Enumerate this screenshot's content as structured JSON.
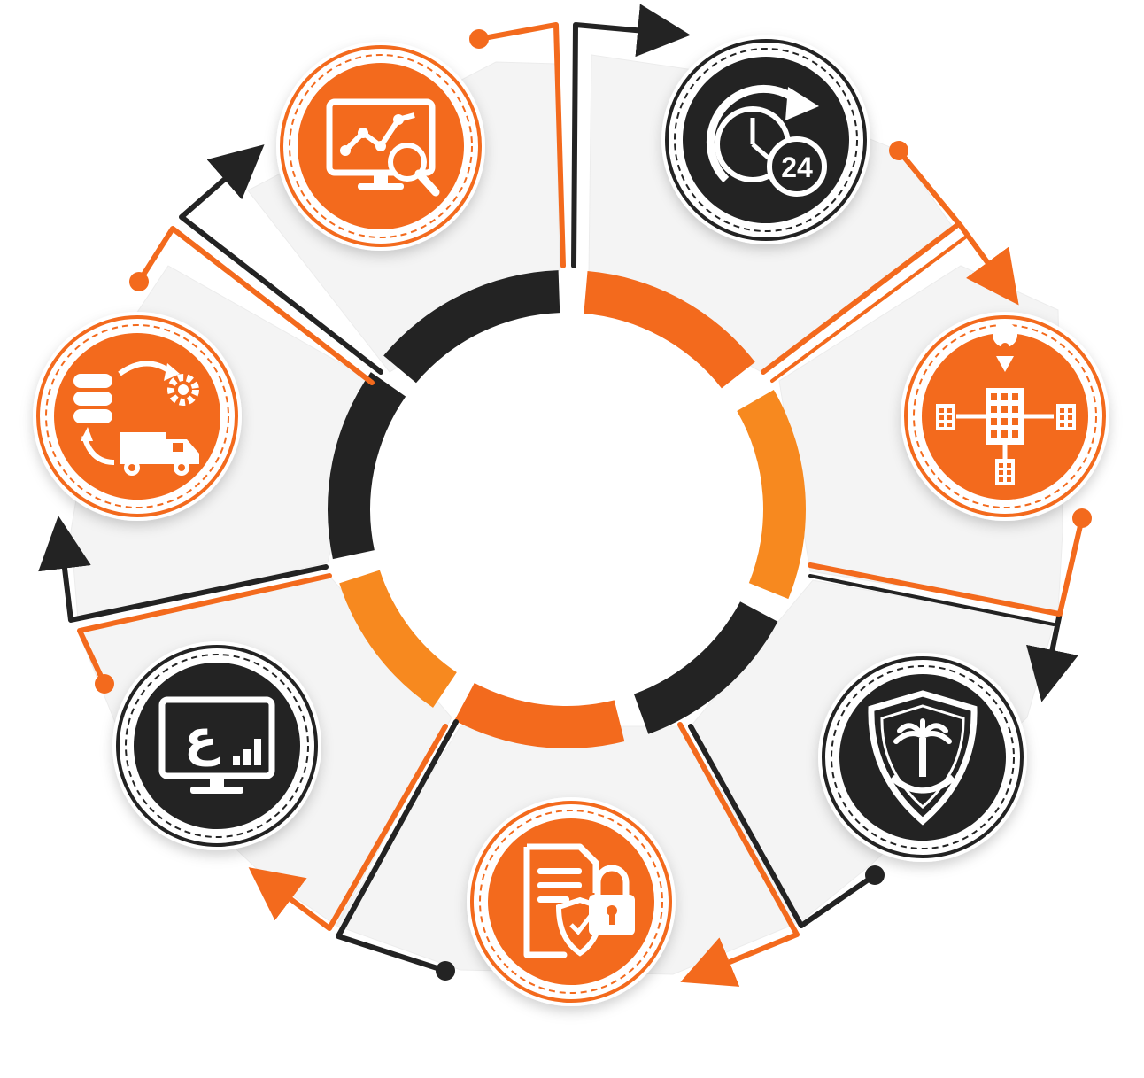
{
  "colors": {
    "orange": "#f36a1d",
    "orange_light": "#f7891f",
    "dark": "#232323",
    "panel": "#f4f4f4",
    "white": "#ffffff"
  },
  "ring_segments": [
    {
      "name": "ring-segment-top-left",
      "color": "dark"
    },
    {
      "name": "ring-segment-top-right",
      "color": "orange"
    },
    {
      "name": "ring-segment-right",
      "color": "orange_light"
    },
    {
      "name": "ring-segment-lower-right",
      "color": "dark"
    },
    {
      "name": "ring-segment-bottom",
      "color": "orange"
    },
    {
      "name": "ring-segment-lower-left",
      "color": "orange_light"
    },
    {
      "name": "ring-segment-left",
      "color": "dark"
    }
  ],
  "nodes": [
    {
      "name": "analytics-monitor-node",
      "icon": "analytics-monitor-icon",
      "style": "orange"
    },
    {
      "name": "clock-24-node",
      "icon": "clock-24-hours-icon",
      "style": "dark"
    },
    {
      "name": "location-network-node",
      "icon": "location-network-icon",
      "style": "orange"
    },
    {
      "name": "saudi-emblem-shield-node",
      "icon": "saudi-emblem-shield-icon",
      "style": "dark"
    },
    {
      "name": "secure-document-node",
      "icon": "secure-document-lock-icon",
      "style": "orange"
    },
    {
      "name": "arabic-monitor-node",
      "icon": "arabic-monitor-chart-icon",
      "style": "dark"
    },
    {
      "name": "database-logistics-node",
      "icon": "database-truck-icon",
      "style": "orange"
    }
  ],
  "icon_text": {
    "clock_badge": "24",
    "arabic_letter": "ع"
  }
}
